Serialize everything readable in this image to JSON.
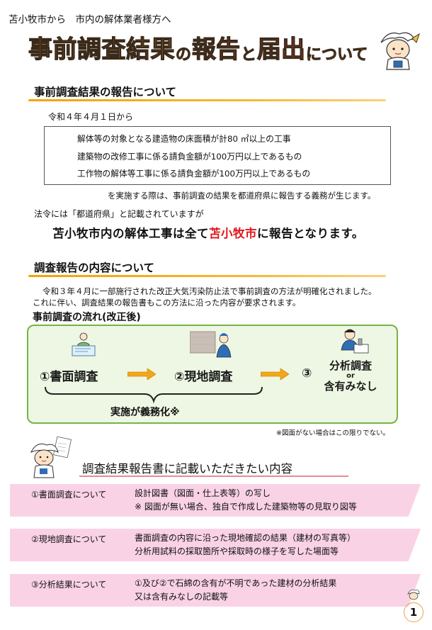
{
  "header": {
    "addressee": "苫小牧市から　市内の解体業者様方へ",
    "title_parts": [
      "事前調査結果",
      "の",
      "報告",
      "と",
      "届出",
      "について"
    ]
  },
  "section1": {
    "heading": "事前調査結果の報告について",
    "effective_date": "令和４年４月１日から",
    "conditions": [
      "解体等の対象となる建造物の床面積が計80 ㎡以上の工事",
      "建築物の改修工事に係る請負金額が100万円以上であるもの",
      "工作物の解体等工事に係る請負金額が100万円以上であるもの"
    ],
    "obligation": "を実施する際は、事前調査の結果を都道府県に報告する義務が生じます。",
    "law_note": "法令には「都道府県」と記載されていますが",
    "notice": {
      "part1": "苫小牧市内の解体工事は全て",
      "part2": "苫小牧市",
      "part3": "に報告となります。"
    }
  },
  "section2": {
    "heading": "調査報告の内容について",
    "para1": "令和３年４月に一部施行された改正大気汚染防止法で事前調査の方法が明確化されました。",
    "para2": "これに伴い、調査結果の報告書もこの方法に沿った内容が要求されます。",
    "flow_title": "事前調査の流れ(改正後)",
    "steps": [
      "①書面調査",
      "②現地調査",
      "③"
    ],
    "step3_lines": [
      "分析調査",
      "or",
      "含有みなし"
    ],
    "mandatory": "実施が義務化※",
    "footnote": "※図面がない場合はこの限りでない。"
  },
  "section3": {
    "heading": "調査結果報告書に記載いただきたい内容",
    "rows": [
      {
        "label": "①書面調査について",
        "lines": [
          "設計図書（図面・仕上表等）の写し",
          "※ 図面が無い場合、独自で作成した建築物等の見取り図等"
        ]
      },
      {
        "label": "②現地調査について",
        "lines": [
          "書面調査の内容に沿った現地確認の結果（建材の写真等）",
          "分析用試料の採取箇所や採取時の様子を写した場面等"
        ]
      },
      {
        "label": "③分析結果について",
        "lines": [
          "①及び②で石綿の含有が不明であった建材の分析結果",
          "又は含有みなしの記載等"
        ]
      }
    ]
  },
  "page_number": "1",
  "colors": {
    "title_orange": "#f07a22",
    "accent_red": "#e0161b",
    "rule_yellow": "#f4a300",
    "flow_green": "#74b444",
    "band_pink": "#fad2e6"
  }
}
